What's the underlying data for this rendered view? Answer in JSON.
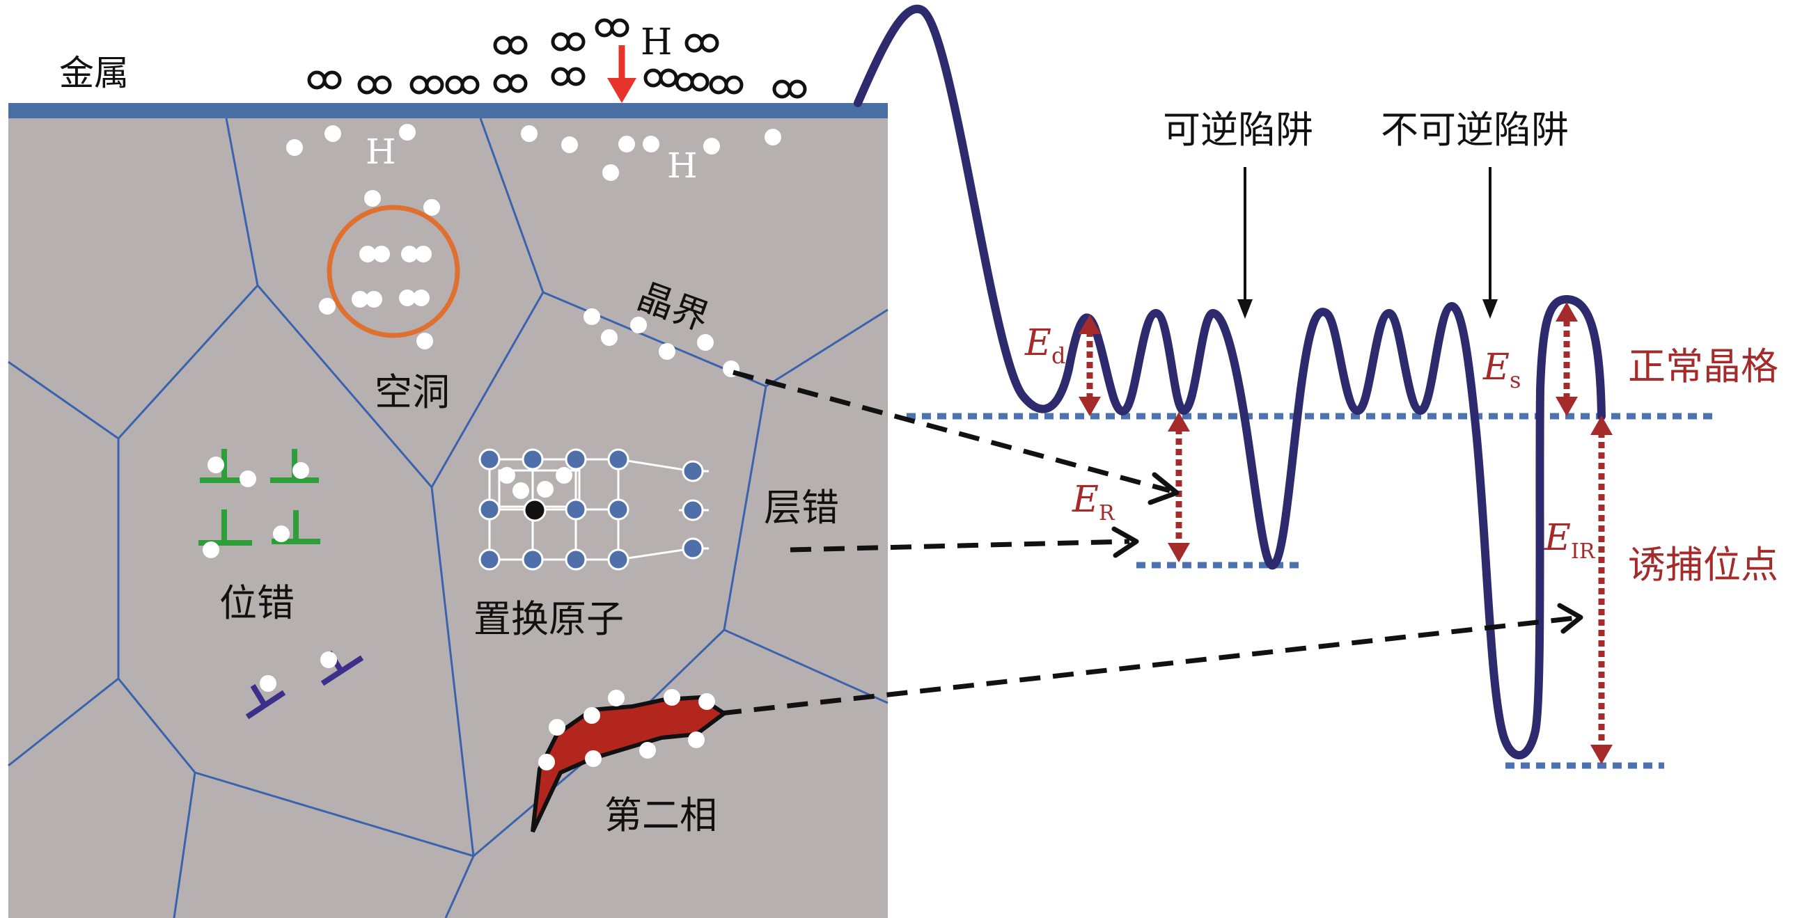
{
  "colors": {
    "metal_bg": "#b6b0b1",
    "surface": "#4a6fa5",
    "grain_boundary": "#3a62ad",
    "curve": "#2d2a6e",
    "arrow_red": "#e8332b",
    "annotation_red": "#a52a2a",
    "void_ring": "#e07030",
    "dislocation_green": "#2e9e3a",
    "dislocation_purple": "#3b2f8a",
    "substitution_atom": "#4f6fa8",
    "second_phase": "#b3261e",
    "level_dots": "#4d72b0"
  },
  "labels": {
    "metal": "金属",
    "h_gas": "H",
    "h_in_metal_1": "H",
    "h_in_metal_2": "H",
    "void": "空洞",
    "grain_boundary": "晶界",
    "dislocation": "位错",
    "substitution_atom": "置换原子",
    "stacking_fault": "层错",
    "second_phase": "第二相",
    "reversible_trap": "可逆陷阱",
    "irreversible_trap": "不可逆陷阱",
    "normal_lattice": "正常晶格",
    "trap_site": "诱捕位点"
  },
  "energies": {
    "ed": {
      "main": "E",
      "sub": "d"
    },
    "er": {
      "main": "E",
      "sub": "R"
    },
    "es": {
      "main": "E",
      "sub": "s"
    },
    "eir": {
      "main": "E",
      "sub": "IR"
    }
  },
  "icons": {
    "h2_molecule": "h2-molecule-icon",
    "h_atom": "hydrogen-atom-icon",
    "dislocation": "dislocation-icon",
    "down_arrow": "down-arrow-icon",
    "double_arrow": "double-arrow-icon",
    "dashed_arrow": "dashed-arrow-icon"
  }
}
